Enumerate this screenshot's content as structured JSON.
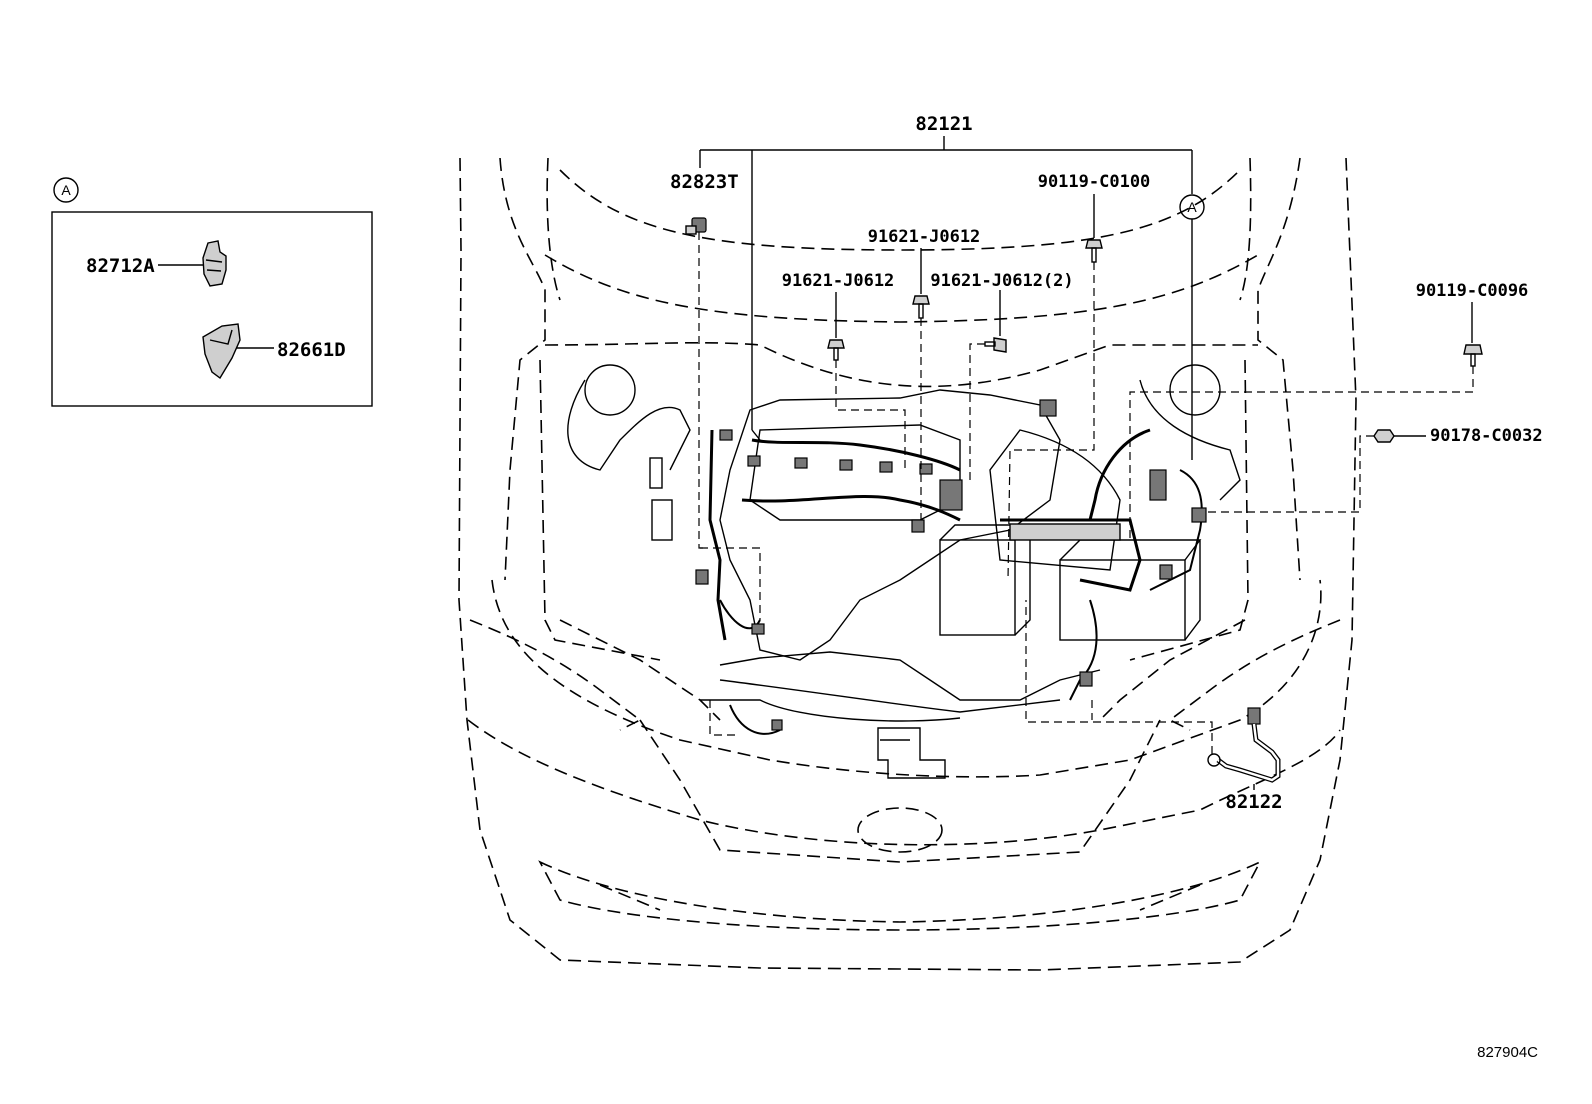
{
  "diagram": {
    "detail_circle": "A",
    "callout_circle": "A",
    "detail_labels": {
      "part_82712a": "82712A",
      "part_82661d": "82661D"
    },
    "labels": {
      "part_82121": "82121",
      "part_82823t": "82823T",
      "part_90119_c0100": "90119-C0100",
      "part_91621_j0612_a": "91621-J0612",
      "part_91621_j0612_b": "91621-J0612",
      "part_91621_j0612_2": "91621-J0612(2)",
      "part_90119_c0096": "90119-C0096",
      "part_90178_c0032": "90178-C0032",
      "part_82122": "82122"
    },
    "reference_code": "827904C"
  }
}
